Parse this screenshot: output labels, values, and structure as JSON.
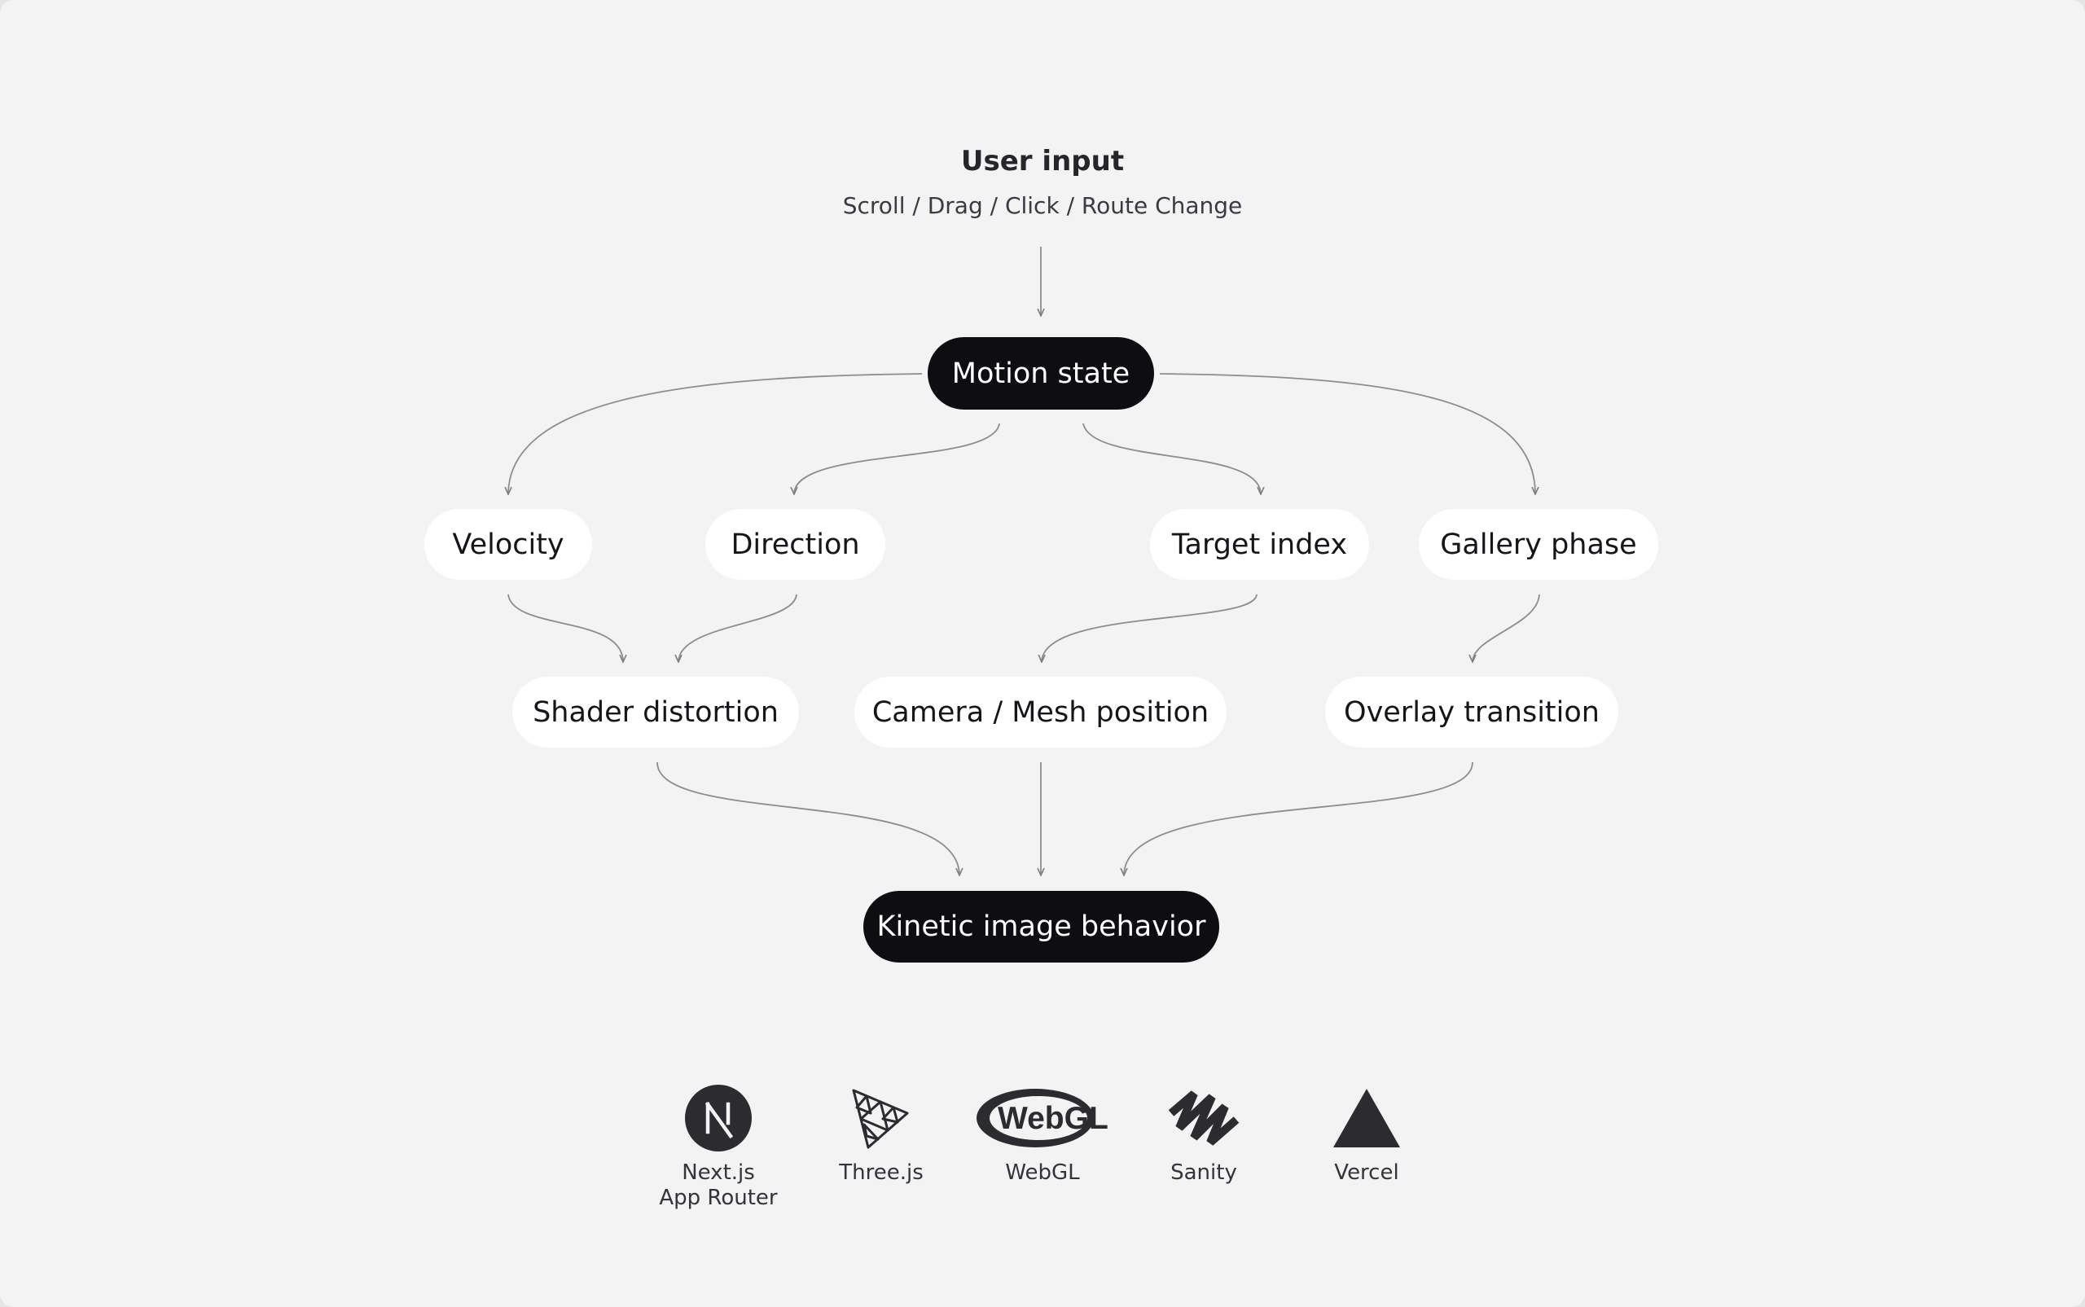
{
  "header": {
    "title": "User input",
    "subtitle": "Scroll / Drag / Click / Route Change"
  },
  "nodes": {
    "motion_state": "Motion state",
    "velocity": "Velocity",
    "direction": "Direction",
    "target_index": "Target index",
    "gallery_phase": "Gallery phase",
    "shader_distortion": "Shader distortion",
    "camera_mesh_position": "Camera / Mesh position",
    "overlay_transition": "Overlay transition",
    "kinetic_image_behavior": "Kinetic image behavior"
  },
  "tech_stack": [
    {
      "icon": "nextjs-icon",
      "label_line1": "Next.js",
      "label_line2": "App Router"
    },
    {
      "icon": "threejs-icon",
      "label": "Three.js"
    },
    {
      "icon": "webgl-icon",
      "label": "WebGL",
      "logo_text": "WebGL"
    },
    {
      "icon": "sanity-icon",
      "label": "Sanity"
    },
    {
      "icon": "vercel-icon",
      "label": "Vercel"
    }
  ],
  "colors": {
    "background": "#f3f3f3",
    "dark_node": "#0e0e12",
    "light_node": "#ffffff",
    "connector": "#8a8a8a",
    "icon": "#2b2b30"
  }
}
